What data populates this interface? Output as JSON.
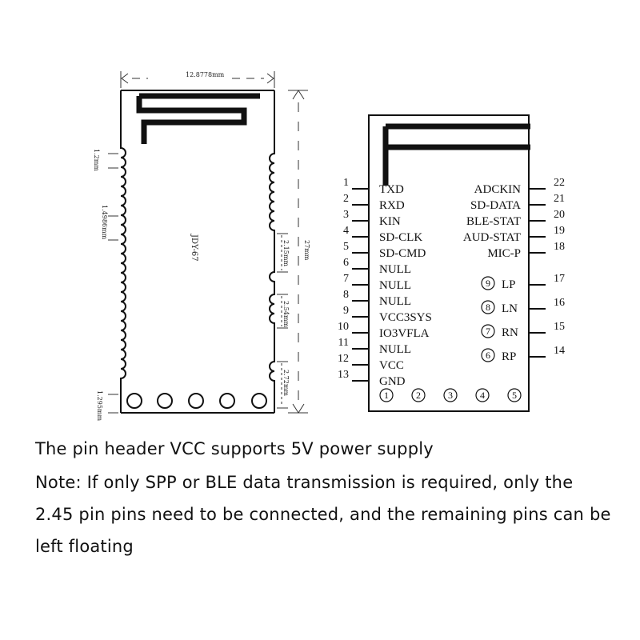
{
  "left_module": {
    "width_dim": "12.8778mm",
    "height_dim": "27mm",
    "left_dim_1": "1.2mm",
    "left_dim_2": "1.4986mm",
    "left_dim_3": "1.295mm",
    "right_dim_1": "2.15mm",
    "right_dim_2": "2.54mm",
    "right_dim_3": "2.72mm",
    "name": "JDY-67"
  },
  "pinout": {
    "left_pins": [
      {
        "num": "1",
        "label": "TXD"
      },
      {
        "num": "2",
        "label": "RXD"
      },
      {
        "num": "3",
        "label": "KIN"
      },
      {
        "num": "4",
        "label": "SD-CLK"
      },
      {
        "num": "5",
        "label": "SD-CMD"
      },
      {
        "num": "6",
        "label": "NULL"
      },
      {
        "num": "7",
        "label": "NULL"
      },
      {
        "num": "8",
        "label": "NULL"
      },
      {
        "num": "9",
        "label": "VCC3SYS"
      },
      {
        "num": "10",
        "label": "IO3VFLA"
      },
      {
        "num": "11",
        "label": "NULL"
      },
      {
        "num": "12",
        "label": "VCC"
      },
      {
        "num": "13",
        "label": "GND"
      }
    ],
    "right_pins": [
      {
        "num": "22",
        "label": "ADCKIN"
      },
      {
        "num": "21",
        "label": "SD-DATA"
      },
      {
        "num": "20",
        "label": "BLE-STAT"
      },
      {
        "num": "19",
        "label": "AUD-STAT"
      },
      {
        "num": "18",
        "label": "MIC-P"
      }
    ],
    "audio_pins": [
      {
        "num": "17",
        "circle": "9",
        "label": "LP"
      },
      {
        "num": "16",
        "circle": "8",
        "label": "LN"
      },
      {
        "num": "15",
        "circle": "7",
        "label": "RN"
      },
      {
        "num": "14",
        "circle": "6",
        "label": "RP"
      }
    ],
    "bottom_pads": [
      "1",
      "2",
      "3",
      "4",
      "5"
    ]
  },
  "caption": {
    "line1": "The pin header VCC supports 5V power supply",
    "line2": "Note: If only SPP or BLE data transmission is required, only the 2.45 pin pins need to be connected, and the remaining pins can be left floating"
  }
}
